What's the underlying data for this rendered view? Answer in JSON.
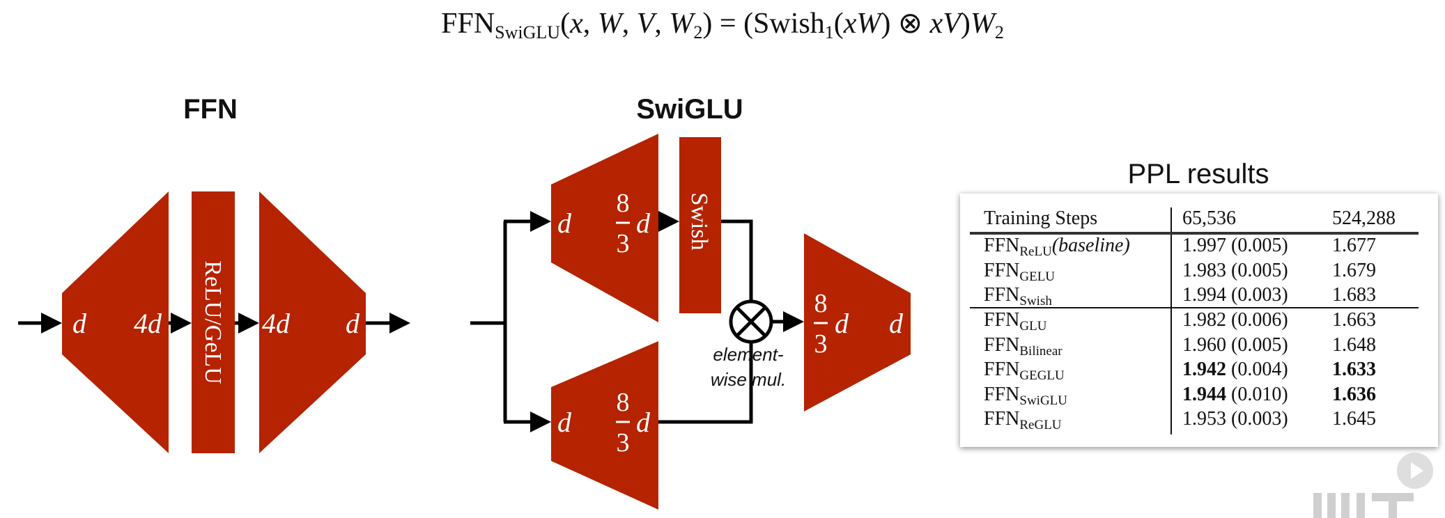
{
  "formula": {
    "ffn": "FFN",
    "ffn_sub": "SwiGLU",
    "args_open": "(",
    "x": "x",
    "sep1": ", ",
    "W": "W",
    "sep2": ", ",
    "V": "V",
    "sep3": ", ",
    "W2": "W",
    "W2_sub": "2",
    "eq": ") = (Swish",
    "swish_sub": "1",
    "inner": "(",
    "xW": "xW",
    "otimes": ") ⊗ ",
    "xV": "xV",
    "close": ")",
    "Wout": "W",
    "Wout_sub": "2"
  },
  "ffn_diagram": {
    "title": "FFN",
    "in_dim": "d",
    "hidden_in": "4d",
    "activation": "ReLU/GeLU",
    "hidden_out": "4d",
    "out_dim": "d"
  },
  "swiglu_diagram": {
    "title": "SwiGLU",
    "upper_in": "d",
    "frac_num": "8",
    "frac_den": "3",
    "frac_var": "d",
    "gate": "Swish",
    "lower_in": "d",
    "mul_symbol": "⊗",
    "mul_note_1": "element-",
    "mul_note_2": "wise mul.",
    "out_dim": "d"
  },
  "colors": {
    "block": "#B52300",
    "line": "#000000"
  },
  "ppl": {
    "title": "PPL results",
    "header": [
      "Training Steps",
      "65,536",
      "524,288"
    ],
    "rows": [
      {
        "name": "FFN",
        "sub": "ReLU",
        "suffix": "(baseline)",
        "v1": "1.997",
        "sd": "(0.005)",
        "v2": "1.677",
        "bold": false
      },
      {
        "name": "FFN",
        "sub": "GELU",
        "suffix": "",
        "v1": "1.983",
        "sd": "(0.005)",
        "v2": "1.679",
        "bold": false
      },
      {
        "name": "FFN",
        "sub": "Swish",
        "suffix": "",
        "v1": "1.994",
        "sd": "(0.003)",
        "v2": "1.683",
        "bold": false
      },
      {
        "name": "FFN",
        "sub": "GLU",
        "suffix": "",
        "v1": "1.982",
        "sd": "(0.006)",
        "v2": "1.663",
        "bold": false
      },
      {
        "name": "FFN",
        "sub": "Bilinear",
        "suffix": "",
        "v1": "1.960",
        "sd": "(0.005)",
        "v2": "1.648",
        "bold": false
      },
      {
        "name": "FFN",
        "sub": "GEGLU",
        "suffix": "",
        "v1": "1.942",
        "sd": "(0.004)",
        "v2": "1.633",
        "bold": true
      },
      {
        "name": "FFN",
        "sub": "SwiGLU",
        "suffix": "",
        "v1": "1.944",
        "sd": "(0.010)",
        "v2": "1.636",
        "bold": true
      },
      {
        "name": "FFN",
        "sub": "ReGLU",
        "suffix": "",
        "v1": "1.953",
        "sd": "(0.003)",
        "v2": "1.645",
        "bold": false
      }
    ]
  },
  "overlay": {
    "play_icon": "play-icon",
    "logo": "mit-logo"
  }
}
